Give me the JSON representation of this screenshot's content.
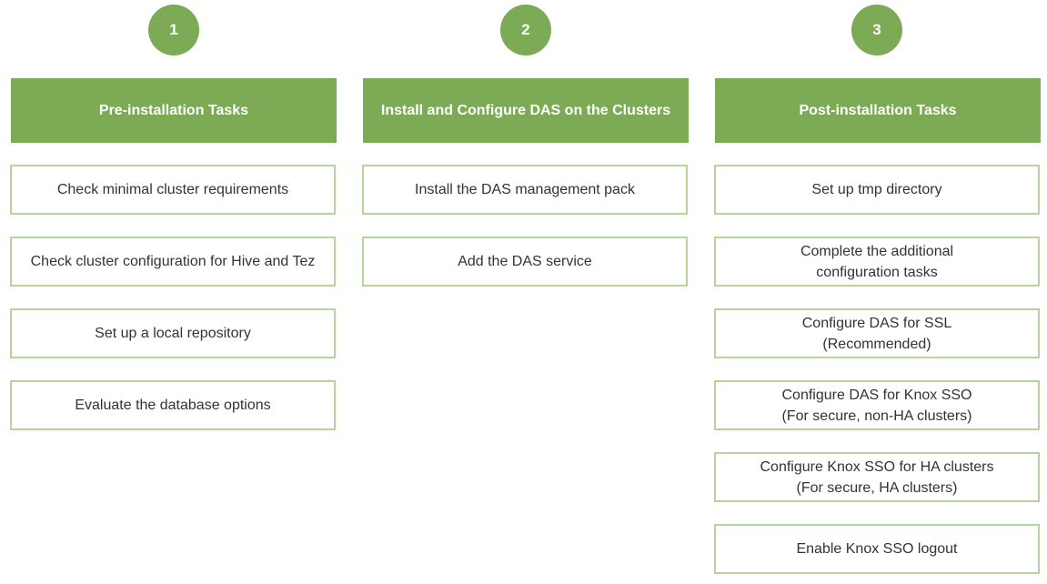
{
  "steps": [
    {
      "number": "1",
      "title": "Pre-installation Tasks",
      "tasks": [
        "Check minimal cluster requirements",
        "Check cluster configuration for Hive and Tez",
        "Set up a local repository",
        "Evaluate the database options"
      ]
    },
    {
      "number": "2",
      "title": "Install and Configure DAS on the Clusters",
      "tasks": [
        "Install the DAS management pack",
        "Add the DAS service"
      ]
    },
    {
      "number": "3",
      "title": "Post-installation Tasks",
      "tasks": [
        "Set up tmp directory",
        "Complete the additional configuration tasks",
        "Configure DAS for SSL (Recommended)",
        "Configure DAS for Knox SSO (For secure, non-HA clusters)",
        "Configure Knox SSO for HA clusters (For secure, HA clusters)",
        "Enable Knox SSO logout"
      ]
    }
  ],
  "colors": {
    "header": "#7dab55",
    "box_border": "#b5d69b"
  }
}
